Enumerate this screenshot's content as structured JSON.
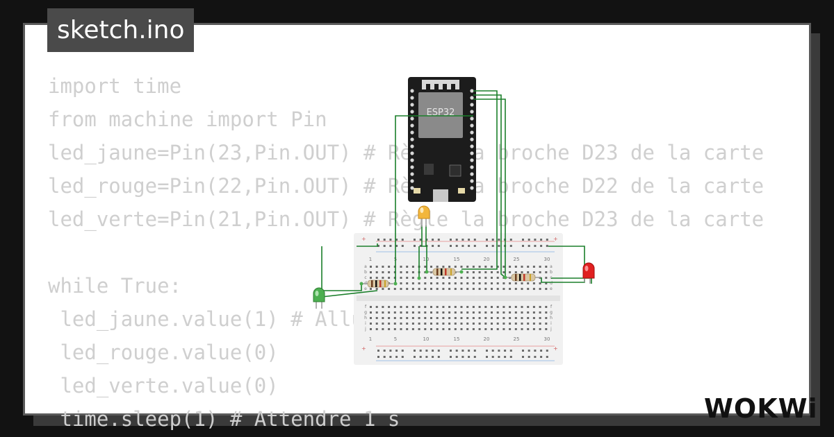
{
  "header": {
    "title": "sketch.ino"
  },
  "code": {
    "lines": [
      "import time",
      "from machine import Pin",
      "led_jaune=Pin(23,Pin.OUT) # Règle la broche D23 de la carte",
      "led_rouge=Pin(22,Pin.OUT) # Règle la broche D22 de la carte",
      "led_verte=Pin(21,Pin.OUT) # Règle la broche D23 de la carte",
      "",
      "while True:",
      " led_jaune.value(1) # Allume la LED jaune",
      " led_rouge.value(0)",
      " led_verte.value(0)",
      " time.sleep(1) # Attendre 1 s"
    ]
  },
  "board": {
    "chip_label": "ESP32"
  },
  "breadboard": {
    "column_numbers": [
      "1",
      "5",
      "10",
      "15",
      "20",
      "25",
      "30"
    ],
    "row_letters_top": [
      "a",
      "b",
      "c",
      "d",
      "e"
    ],
    "row_letters_bottom": [
      "f",
      "g",
      "h",
      "i",
      "j"
    ],
    "plus": "+",
    "minus": "-"
  },
  "brand": {
    "logo_text": "WOKWi"
  },
  "colors": {
    "background": "#121212",
    "card": "#ffffff",
    "code_text": "#cfcfcf",
    "title_tab": "#4a4a4a",
    "wire": "#1a7f2a",
    "led_yellow": "#f2b63c",
    "led_red": "#e02020",
    "led_green": "#4caf50",
    "board": "#1c1c1c",
    "breadboard": "#f1f1f1"
  }
}
